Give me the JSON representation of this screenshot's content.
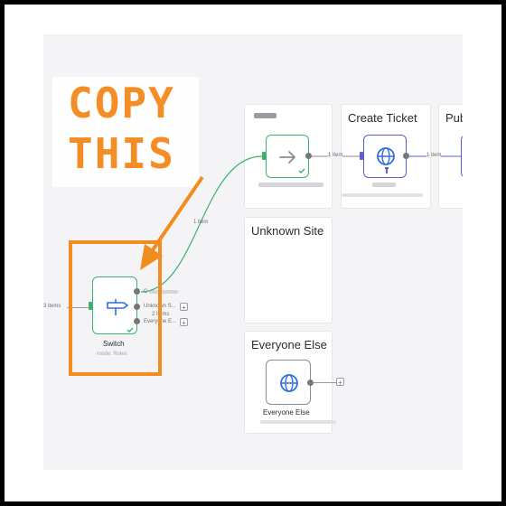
{
  "callout": {
    "line1": "COPY",
    "line2": "THIS"
  },
  "stickies": {
    "top_left": {
      "title": ""
    },
    "create_ticket": {
      "title": "Create Ticket"
    },
    "publish": {
      "title": "Pub"
    },
    "unknown_site": {
      "title": "Unknown Site"
    },
    "everyone_else": {
      "title": "Everyone Else"
    }
  },
  "switch_node": {
    "label": "Switch",
    "sublabel": "mode: Rules",
    "input_count": "3 items",
    "outputs": [
      "C",
      "Unknown S...",
      "Everyone E..."
    ],
    "output_count_label": "2 items"
  },
  "edges": {
    "switch_to_redirect": "1 item",
    "redirect_to_ticket": "1 item",
    "ticket_to_publish": "1 item"
  },
  "nodes": {
    "everyone_else": {
      "label": "Everyone Else"
    }
  },
  "icons": {
    "switch": "signpost-icon",
    "redirect": "arrow-right-icon",
    "ticket": "globe-icon",
    "everyone": "globe-icon",
    "pin": "pin-icon",
    "check": "check-icon"
  },
  "colors": {
    "accent_orange": "#f28c1e",
    "node_green": "#3ab26b",
    "node_blue": "#5a5fd0",
    "globe_blue": "#2f6fe0"
  }
}
